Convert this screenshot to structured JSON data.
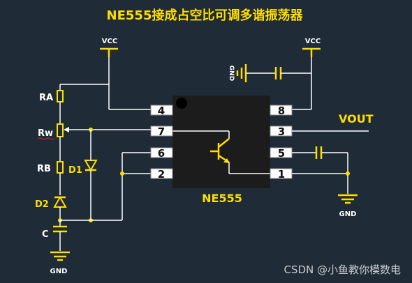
{
  "title": "NE555接成占空比可调多谐振荡器",
  "chip_label": "NE555",
  "watermark": "CSDN @小鱼教你模数电",
  "labels": {
    "vcc_left": "VCC",
    "vcc_right": "VCC",
    "gnd_top": "GND",
    "gnd_right": "GND",
    "gnd_bottom": "GND",
    "ra": "RA",
    "rw": "Rw",
    "rb": "RB",
    "d1": "D1",
    "d2": "D2",
    "c": "C",
    "vout": "VOUT"
  },
  "pins_left": [
    "4",
    "7",
    "6",
    "2"
  ],
  "pins_right": [
    "8",
    "3",
    "5",
    "1"
  ],
  "colors": {
    "background": "#1f2c38",
    "title": "#ffdd00",
    "component": "#ffdd00",
    "wire": "#ffffff",
    "chip": "#1c1c1c"
  }
}
